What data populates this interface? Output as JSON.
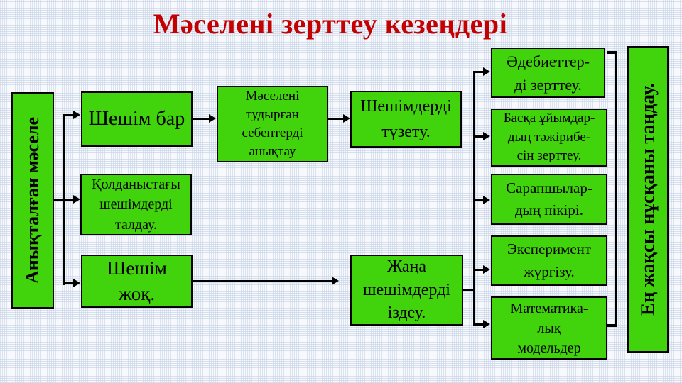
{
  "title": "Мәселені зерттеу кезеңдері",
  "colors": {
    "box_fill": "#41d30c",
    "box_border": "#000000",
    "title_text": "#c40000",
    "body_text": "#000000",
    "connector": "#000000",
    "background": "#edf1f8"
  },
  "nodes": {
    "identified_problem": "Анықталған мәселе",
    "solution_exists": "Шешім бар",
    "analyze_existing": "Қолданыстағы\nшешімдерді\nталдау.",
    "no_solution": "Шешім\nжоқ.",
    "identify_causes": "Мәселені\nтудырған\nсебептерді\nанықтау",
    "correct_solutions": "Шешімдерді\nтүзету.",
    "search_new": "Жаңа\nшешімдерді\nіздеу.",
    "study_literature": "Әдебиеттер-\nді зерттеу.",
    "study_other_orgs": "Басқа ұйымдар-\nдың тәжірибе-\nсін зерттеу.",
    "expert_opinion": "Сарапшылар-\nдың пікірі.",
    "run_experiment": "Эксперимент\nжүргізу.",
    "math_models": "Математика-\nлық\nмодельдер",
    "best_option": "Ең жақсы нұсқаны таңдау."
  }
}
